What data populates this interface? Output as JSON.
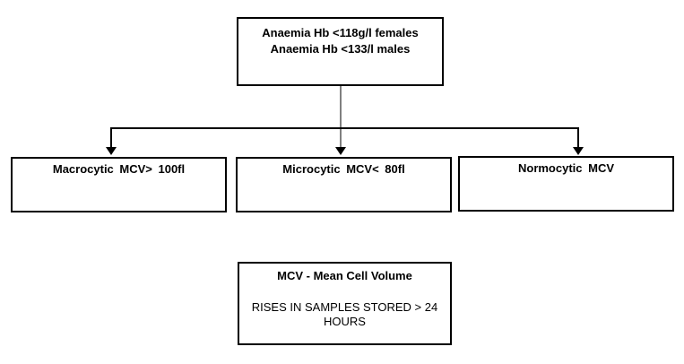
{
  "flowchart": {
    "background": "#ffffff",
    "colors": {
      "box_border": "#000000",
      "text": "#000000",
      "branch_connector": "#000000",
      "stem_connector": "#808080"
    },
    "root_box": {
      "line1": "Anaemia Hb <118g/l females",
      "line2": "Anaemia Hb <133/l males"
    },
    "branch_boxes": [
      {
        "label": "Macrocytic MCV> 100fl"
      },
      {
        "label": "Microcytic MCV< 80fl"
      },
      {
        "label": "Normocytic MCV"
      }
    ],
    "note_box": {
      "title": "MCV - Mean Cell Volume",
      "body_line1": "RISES IN SAMPLES STORED > 24",
      "body_line2": "HOURS"
    }
  }
}
